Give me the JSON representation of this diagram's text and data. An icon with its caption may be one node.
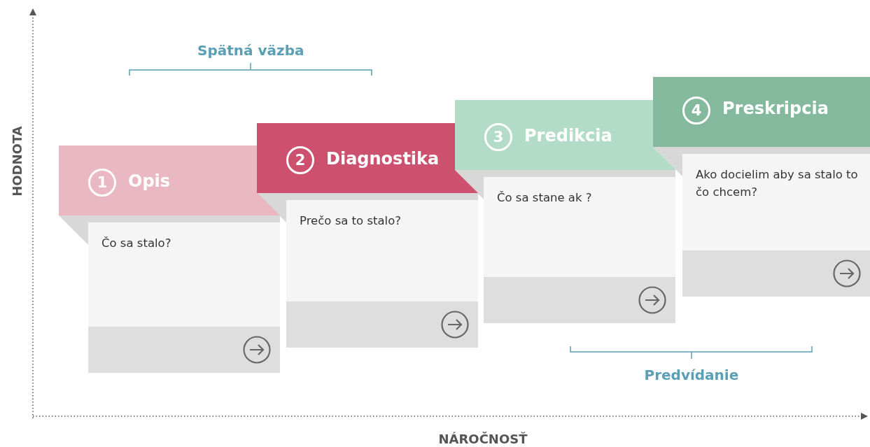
{
  "diagram": {
    "nodes": [
      {
        "text": [
          "1",
          "Opis"
        ]
      },
      {
        "text": [
          "Čo sa stalo?"
        ]
      },
      {
        "text": [
          "2",
          "Diagnostika"
        ]
      },
      {
        "text": [
          "Prečo sa to stalo?"
        ]
      },
      {
        "text": [
          "3",
          "Predikcia"
        ]
      },
      {
        "text": [
          "Čo sa stane ak ?"
        ]
      },
      {
        "text": [
          "4",
          "Preskripcia"
        ]
      },
      {
        "text": [
          "Ako docielim aby sa stalo to čo chcem?"
        ]
      }
    ],
    "labels": [
      "Spätná väzba",
      "Predvídanie",
      "HODNOTA",
      "NÁROČNOSŤ"
    ]
  }
}
